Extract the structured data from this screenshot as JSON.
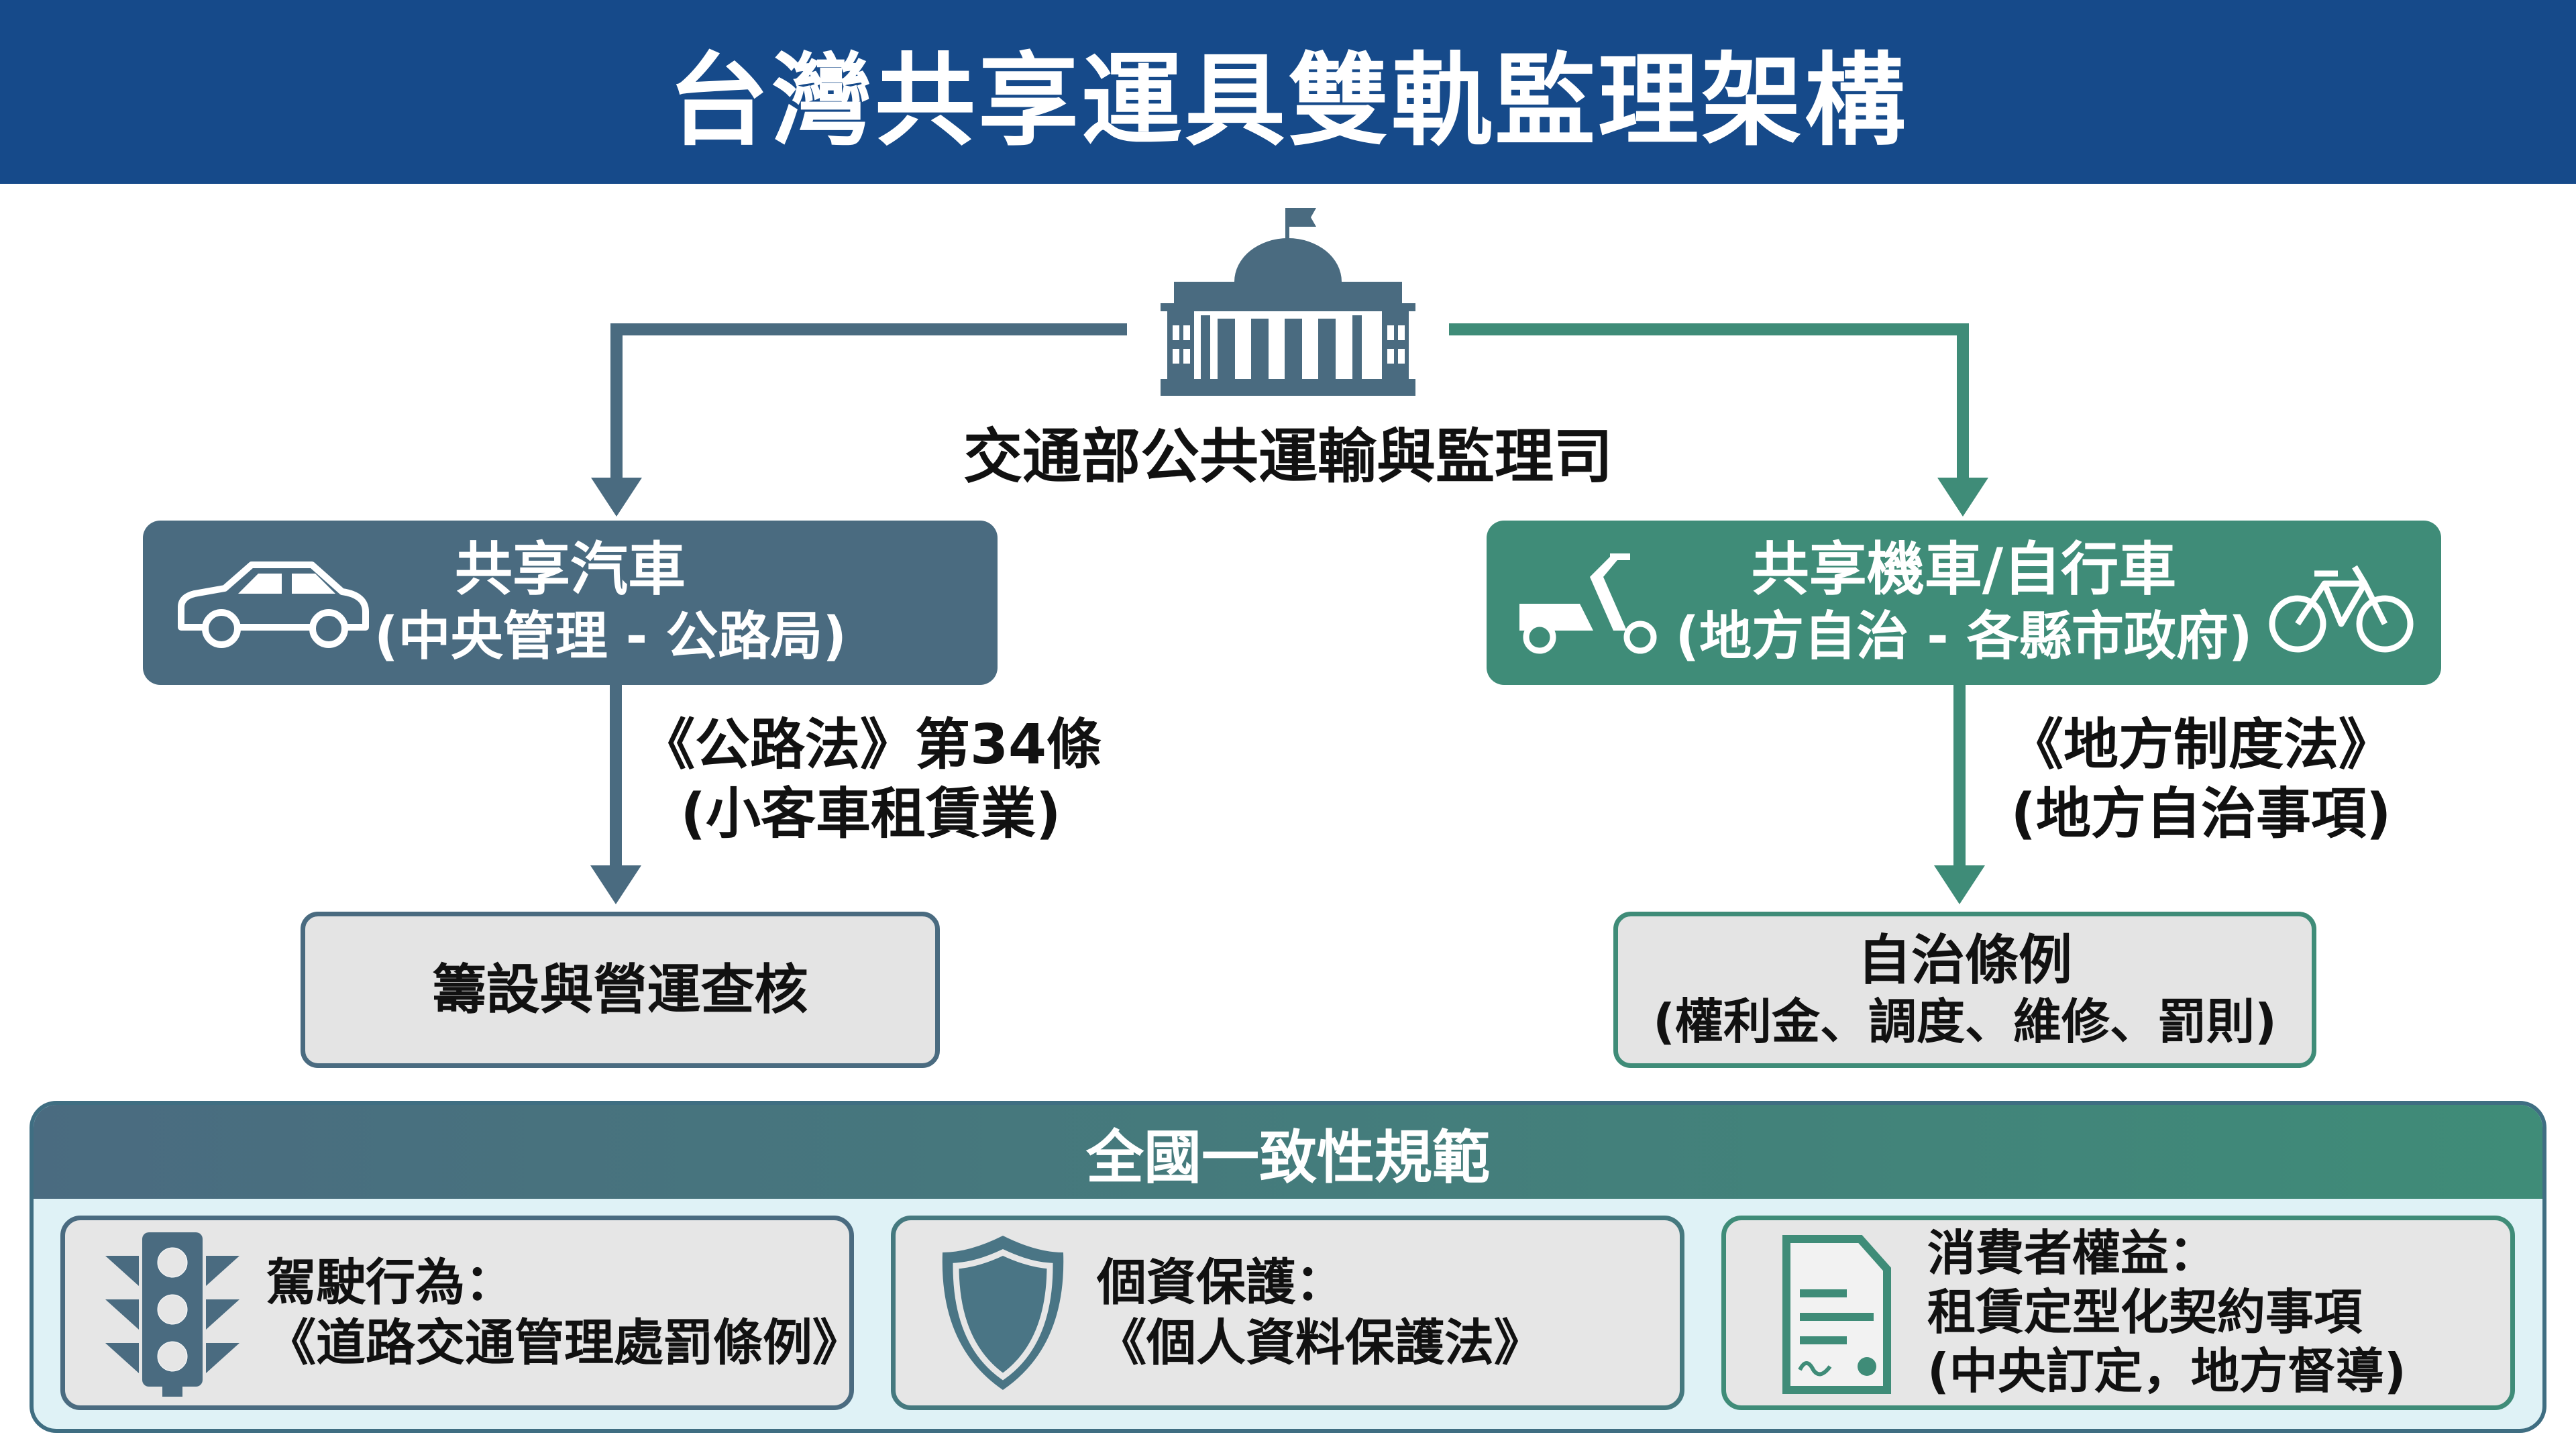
{
  "title": "台灣共享運具雙軌監理架構",
  "agency": {
    "label": "交通部公共運輸與監理司",
    "icon": "government-building-icon"
  },
  "colors": {
    "header": "#164a8a",
    "central": "#4a6b80",
    "local": "#3f8c78",
    "panel": "#dff2f6",
    "card": "#e6e6e6"
  },
  "central": {
    "icon": "car-icon",
    "title": "共享汽車",
    "subtitle": "(中央管理 - 公路局)",
    "law_line1": "《公路法》第34條",
    "law_line2": "(小客車租賃業)",
    "result": "籌設與營運查核"
  },
  "local": {
    "icons": [
      "scooter-icon",
      "bicycle-icon"
    ],
    "title": "共享機車/自行車",
    "subtitle": "(地方自治 - 各縣市政府)",
    "law_line1": "《地方制度法》",
    "law_line2": "(地方自治事項)",
    "result_line1": "自治條例",
    "result_line2": "(權利金、調度、維修、罰則)"
  },
  "national": {
    "title": "全國一致性規範",
    "cards": [
      {
        "icon": "traffic-light-icon",
        "line1": "駕駛行為：",
        "line2": "《道路交通管理處罰條例》"
      },
      {
        "icon": "shield-icon",
        "line1": "個資保護：",
        "line2": "《個人資料保護法》"
      },
      {
        "icon": "contract-document-icon",
        "line1": "消費者權益：",
        "line2": "租賃定型化契約事項",
        "line3": "(中央訂定，地方督導)"
      }
    ]
  }
}
